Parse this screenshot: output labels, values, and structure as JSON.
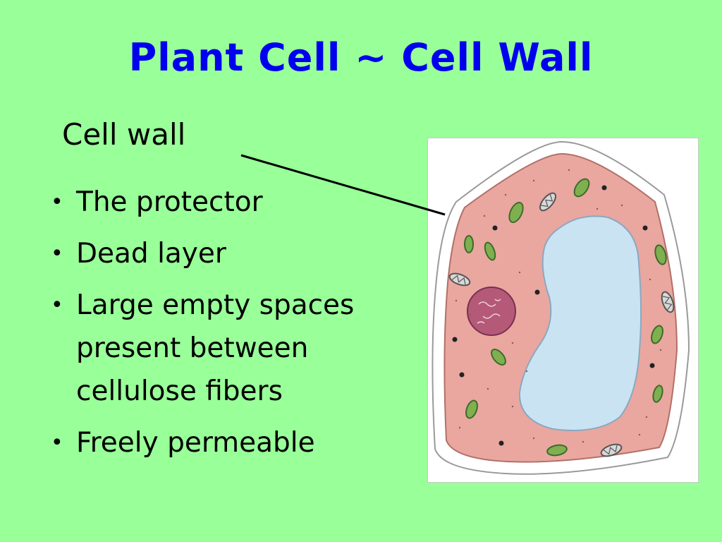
{
  "slide": {
    "title": "Plant Cell ~ Cell Wall",
    "subheading": "Cell wall",
    "bullets": [
      "The protector",
      "Dead layer",
      "Large empty spaces present between cellulose fibers",
      "Freely permeable"
    ]
  },
  "colors": {
    "background": "#99ff99",
    "title": "#0000ee",
    "cell_wall": "#ffffff",
    "cytoplasm": "#e9a7a0",
    "vacuole": "#c9e3f2",
    "nucleus": "#b45a78",
    "chloroplast": "#7fb050",
    "mitochondrion": "#d8d8d8"
  }
}
